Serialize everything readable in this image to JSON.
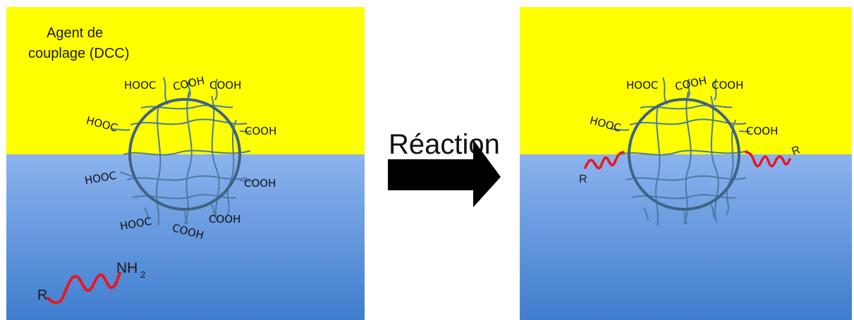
{
  "colors": {
    "organic_phase": "#ffff00",
    "aqueous_top": "#8cb3ee",
    "aqueous_bottom": "#3f7dce",
    "particle": "#3f6384",
    "network": "#4b7aa6",
    "chain": "#e8161c",
    "arrow": "#000000"
  },
  "left_panel": {
    "reagent_line1": "Agent de",
    "reagent_line2": "couplage (DCC)",
    "groups": {
      "hooc_top": "HOOC",
      "cooh_top_mid": "COOH",
      "cooh_top_right": "COOH",
      "hooc_left_upper": "HOOC",
      "cooh_right_upper": "COOH",
      "hooc_left_lower": "HOOC",
      "cooh_right_lower": "COOH",
      "hooc_bottom_left": "HOOC",
      "cooh_bottom_right": "COOH",
      "cooh_bottom": "COOH"
    },
    "amine": {
      "r_label": "R",
      "nh_label": "NH",
      "subscript": "2"
    }
  },
  "arrow": {
    "label": "Réaction"
  },
  "right_panel": {
    "groups": {
      "hooc_top": "HOOC",
      "cooh_top_mid": "COOH",
      "cooh_top_right": "COOH",
      "hooc_left_upper": "HOOC",
      "cooh_right_upper": "COOH"
    },
    "chain_left_r": "R",
    "chain_right_r": "R"
  }
}
